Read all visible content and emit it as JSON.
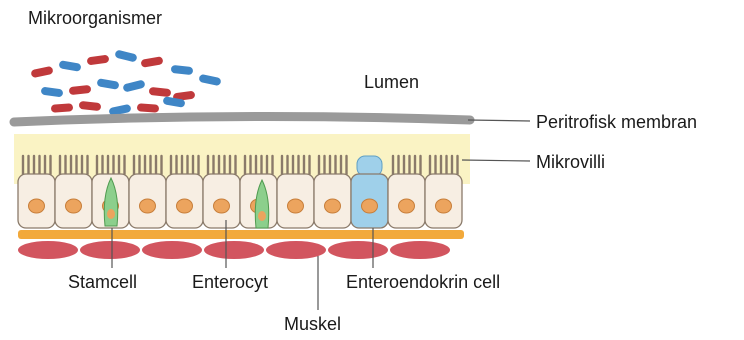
{
  "labels": {
    "microorganisms": "Mikroorganismer",
    "lumen": "Lumen",
    "peritrophic_membrane": "Peritrofisk membran",
    "microvilli": "Mikrovilli",
    "stem_cell": "Stamcell",
    "enterocyte": "Enterocyt",
    "enteroendocrine_cell": "Enteroendokrin cell",
    "muscle": "Muskel"
  },
  "colors": {
    "bacteria_red": "#c0393b",
    "bacteria_blue": "#3f86c6",
    "membrane": "#9a9a9a",
    "mucus_yellow": "#faf3c4",
    "cell_fill": "#f7eee3",
    "cell_outline": "#8a7a6a",
    "nucleus": "#eca45e",
    "stem_cell_green": "#8ccf8c",
    "enteroendocrine_blue": "#9fd0ea",
    "basement_orange": "#f2a93b",
    "muscle_red": "#d2555f",
    "leader_line": "#555555"
  }
}
